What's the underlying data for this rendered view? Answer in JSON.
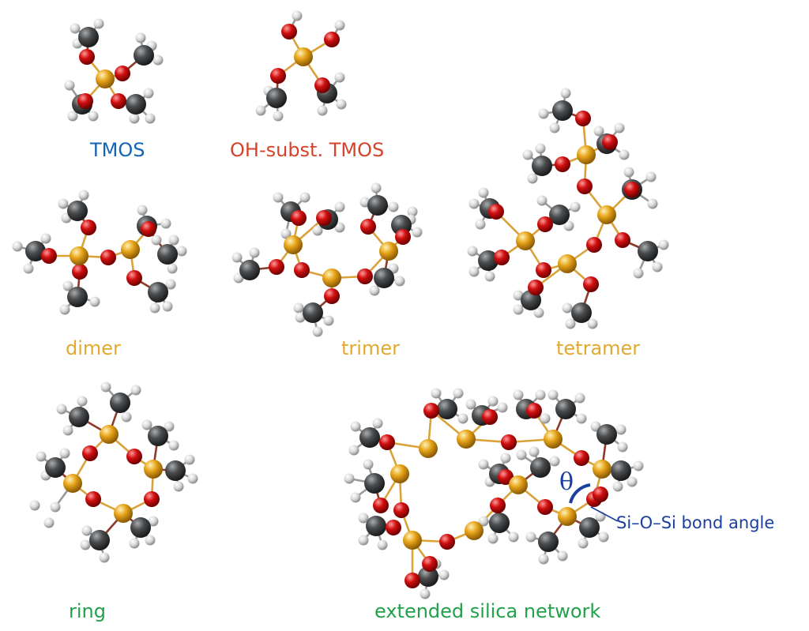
{
  "colors": {
    "blue": "#1565b5",
    "red": "#d4432a",
    "gold": "#e3a92f",
    "green": "#21a24a",
    "navy": "#1b3f9e",
    "silicon": "#e7a419",
    "oxygen": "#d10f0f",
    "carbon": "#4a4c4e",
    "hydrogen": "#d8d8d8"
  },
  "labels": {
    "tmos": "TMOS",
    "oh_tmos": "OH-subst. TMOS",
    "dimer": "dimer",
    "trimer": "trimer",
    "tetramer": "tetramer",
    "ring": "ring",
    "network": "extended silica network"
  },
  "annotation": {
    "theta": "θ",
    "bond_angle": "Si–O–Si bond angle"
  }
}
